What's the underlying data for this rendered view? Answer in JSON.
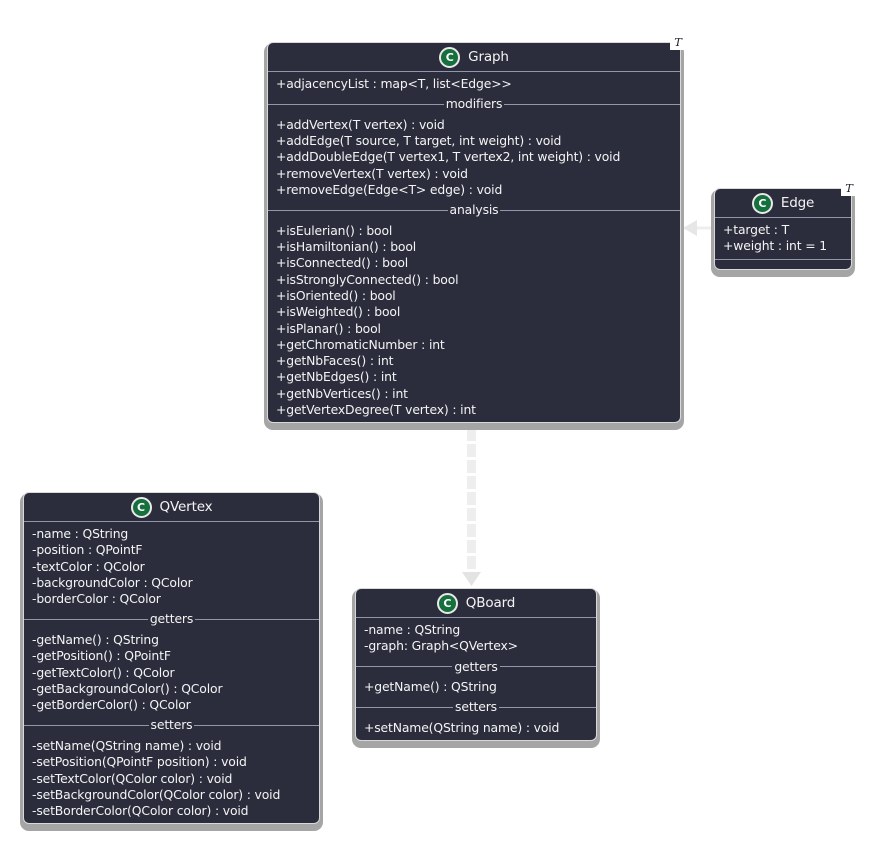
{
  "diagram": {
    "type": "uml-class-diagram",
    "colors": {
      "background": "#ffffff",
      "box_fill": "#2b2d3c",
      "divider": "#9296aa",
      "text": "#f4f4f4",
      "class_icon_green": "#16703e",
      "relation_line": "#ededed",
      "shadow": "#a5a5a5"
    }
  },
  "classes": {
    "graph": {
      "icon": "C",
      "name": "Graph",
      "generic": "T",
      "attributes": [
        "+adjacencyList : map<T, list<Edge>>"
      ],
      "modifiers_label": "modifiers",
      "modifiers": [
        "+addVertex(T vertex) : void",
        "+addEdge(T source, T target, int weight) : void",
        "+addDoubleEdge(T vertex1, T vertex2, int weight) : void",
        "+removeVertex(T vertex) : void",
        "+removeEdge(Edge<T> edge) : void"
      ],
      "analysis_label": "analysis",
      "analysis": [
        "+isEulerian() : bool",
        "+isHamiltonian() : bool",
        "+isConnected() : bool",
        "+isStronglyConnected() : bool",
        "+isOriented() : bool",
        "+isWeighted() : bool",
        "+isPlanar() : bool",
        "+getChromaticNumber : int",
        "+getNbFaces() : int",
        "+getNbEdges() : int",
        "+getNbVertices() : int",
        "+getVertexDegree(T vertex) : int"
      ]
    },
    "edge": {
      "icon": "C",
      "name": "Edge",
      "generic": "T",
      "attributes": [
        "+target : T",
        "+weight : int = 1"
      ]
    },
    "qvertex": {
      "icon": "C",
      "name": "QVertex",
      "attributes": [
        "-name : QString",
        "-position : QPointF",
        "-textColor : QColor",
        "-backgroundColor : QColor",
        "-borderColor : QColor"
      ],
      "getters_label": "getters",
      "getters": [
        "-getName() : QString",
        "-getPosition() : QPointF",
        "-getTextColor() : QColor",
        "-getBackgroundColor() : QColor",
        "-getBorderColor() : QColor"
      ],
      "setters_label": "setters",
      "setters": [
        "-setName(QString name) : void",
        "-setPosition(QPointF position) : void",
        "-setTextColor(QColor color) : void",
        "-setBackgroundColor(QColor color) : void",
        "-setBorderColor(QColor color) : void"
      ]
    },
    "qboard": {
      "icon": "C",
      "name": "QBoard",
      "attributes": [
        "-name : QString",
        "-graph: Graph<QVertex>"
      ],
      "getters_label": "getters",
      "getters": [
        "+getName() : QString"
      ],
      "setters_label": "setters",
      "setters": [
        "+setName(QString name) : void"
      ]
    }
  },
  "relations": [
    {
      "from": "Edge",
      "to": "Graph",
      "style": "solid-light"
    },
    {
      "from": "Graph",
      "to": "QBoard",
      "style": "dashed-light"
    }
  ]
}
